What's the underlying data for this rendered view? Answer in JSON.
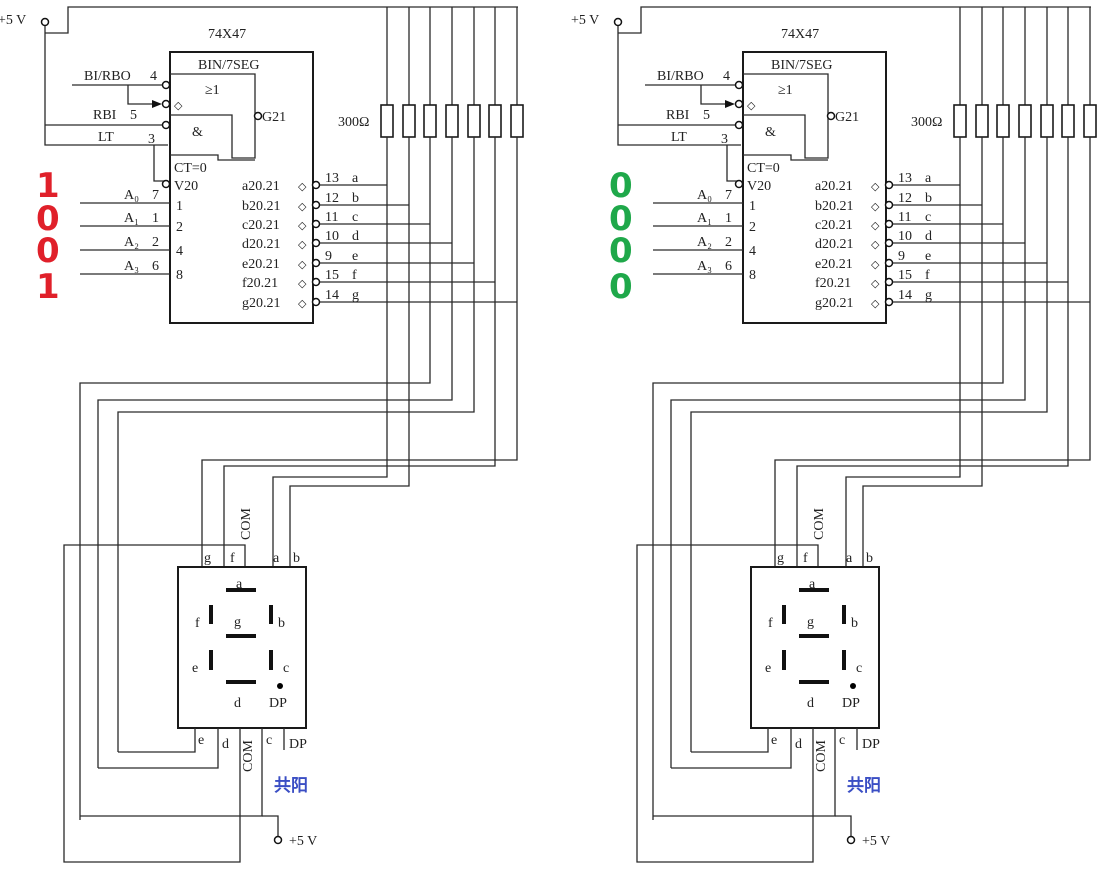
{
  "circuits": [
    {
      "id": "left",
      "input_bits": [
        "1",
        "0",
        "0",
        "1"
      ],
      "bit_color": "#e0202a"
    },
    {
      "id": "right",
      "input_bits": [
        "0",
        "0",
        "0",
        "0"
      ],
      "bit_color": "#1fa84a"
    }
  ],
  "labels": {
    "supply": "+5 V",
    "chip_name": "74X47",
    "chip_func": "BIN/7SEG",
    "bi_rbo": "BI/RBO",
    "rbi": "RBI",
    "lt": "LT",
    "pin4": "4",
    "pin5": "5",
    "pin3": "3",
    "or_gate": "≥1",
    "and_gate": "&",
    "g21": "G21",
    "ct0": "CT=0",
    "v20": "V20",
    "tri": "◇",
    "resistor": "300Ω",
    "com": "COM",
    "common_anode": "共阳",
    "dp": "DP",
    "inputs": [
      {
        "name": "A₀",
        "pin": "7",
        "weight": "1"
      },
      {
        "name": "A₁",
        "pin": "1",
        "weight": "2"
      },
      {
        "name": "A₂",
        "pin": "2",
        "weight": "4"
      },
      {
        "name": "A₃",
        "pin": "6",
        "weight": "8"
      }
    ],
    "outputs": [
      {
        "func": "a20.21",
        "pin": "13",
        "seg": "a"
      },
      {
        "func": "b20.21",
        "pin": "12",
        "seg": "b"
      },
      {
        "func": "c20.21",
        "pin": "11",
        "seg": "c"
      },
      {
        "func": "d20.21",
        "pin": "10",
        "seg": "d"
      },
      {
        "func": "e20.21",
        "pin": "9",
        "seg": "e"
      },
      {
        "func": "f20.21",
        "pin": "15",
        "seg": "f"
      },
      {
        "func": "g20.21",
        "pin": "14",
        "seg": "g"
      }
    ],
    "seg_names": {
      "a": "a",
      "b": "b",
      "c": "c",
      "d": "d",
      "e": "e",
      "f": "f",
      "g": "g"
    }
  }
}
